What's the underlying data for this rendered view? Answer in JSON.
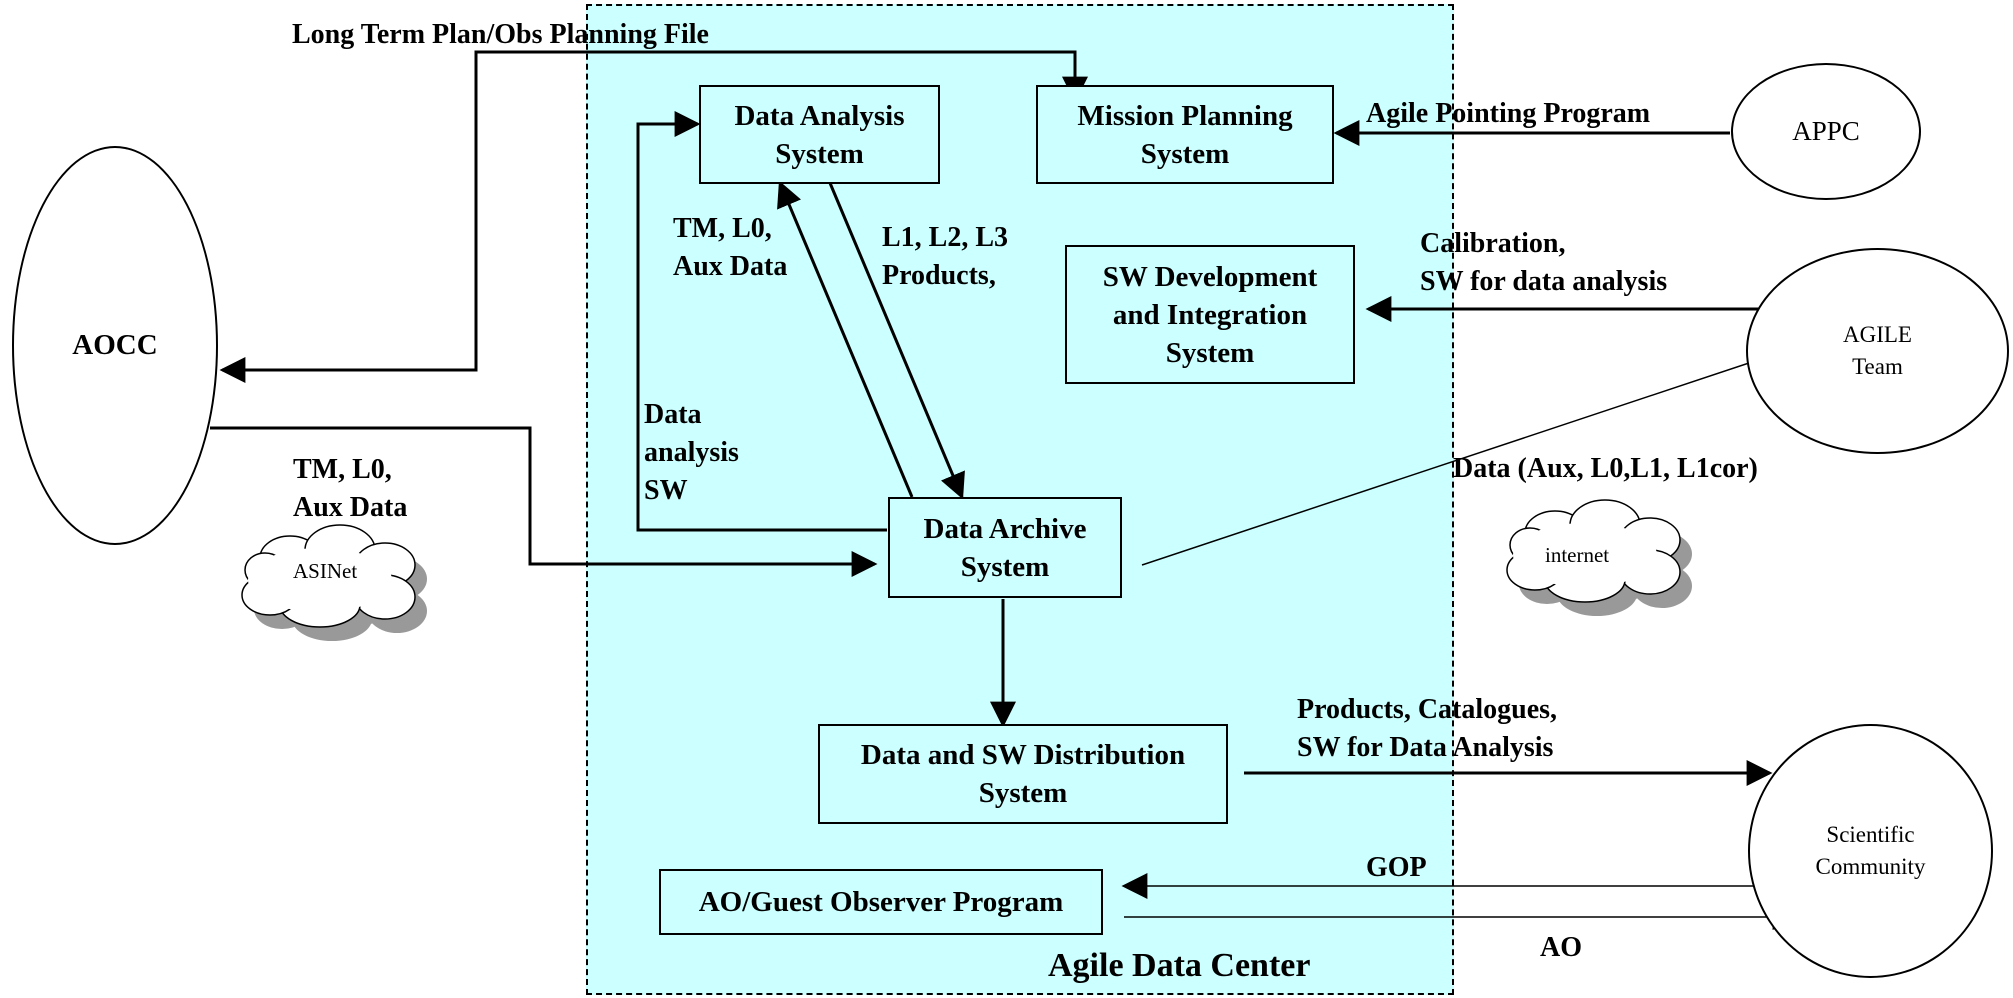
{
  "region": {
    "title": "Agile Data Center"
  },
  "boxes": {
    "data_analysis": "Data Analysis\nSystem",
    "mission_planning": "Mission Planning\nSystem",
    "sw_dev": "SW Development\nand Integration\nSystem",
    "data_archive": "Data Archive\nSystem",
    "distribution": "Data and SW Distribution\nSystem",
    "ao_guest": "AO/Guest Observer Program"
  },
  "entities": {
    "aocc": "AOCC",
    "appc": "APPC",
    "agile_team": "AGILE\nTeam",
    "scientific_community": "Scientific\nCommunity"
  },
  "clouds": {
    "asinet": "ASINet",
    "internet": "internet"
  },
  "labels": {
    "long_term_plan": "Long Term Plan/Obs Planning File",
    "agile_pointing": "Agile Pointing Program",
    "calibration": "Calibration,\nSW for data analysis",
    "tm_l0_aux_left": "TM, L0,\nAux Data",
    "tm_l0_aux_inner": "TM, L0,\nAux Data",
    "l1_l2_l3": "L1, L2, L3\nProducts,",
    "data_analysis_sw": "Data\nanalysis\nSW",
    "data_aux": "Data (Aux, L0,L1, L1cor)",
    "products_catalogues": "Products, Catalogues,\nSW for Data Analysis",
    "gop": "GOP",
    "ao": "AO"
  }
}
